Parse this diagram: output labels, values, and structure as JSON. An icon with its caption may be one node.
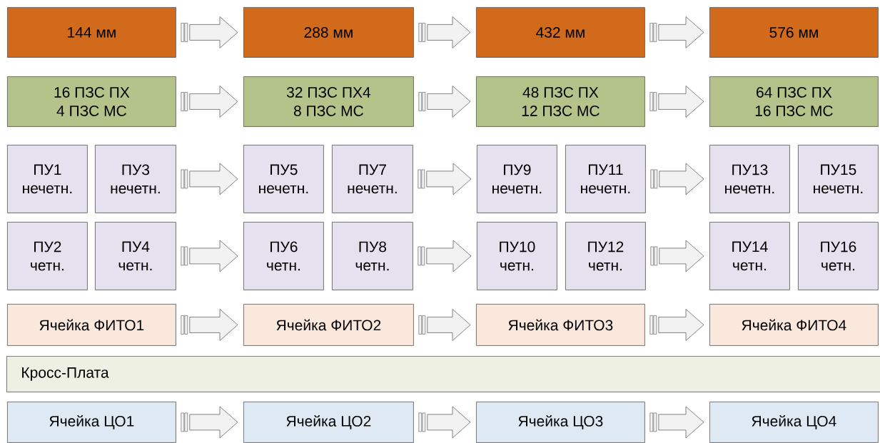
{
  "diagram": {
    "nodes": [
      {
        "text": [
          "144 мм"
        ]
      },
      {
        "text": [
          "288 мм"
        ]
      },
      {
        "text": [
          "432 мм"
        ]
      },
      {
        "text": [
          "576 мм"
        ]
      },
      {
        "text": [
          "16 ПЗС ПХ",
          "4 ПЗС МС"
        ]
      },
      {
        "text": [
          "32 ПЗС ПХ4",
          "8 ПЗС МС"
        ]
      },
      {
        "text": [
          "48 ПЗС ПХ",
          "12 ПЗС МС"
        ]
      },
      {
        "text": [
          "64 ПЗС ПХ",
          "16 ПЗС МС"
        ]
      },
      {
        "text": [
          "ПУ1",
          "нечетн."
        ]
      },
      {
        "text": [
          "ПУ3",
          "нечетн."
        ]
      },
      {
        "text": [
          "ПУ5",
          "нечетн."
        ]
      },
      {
        "text": [
          "ПУ7",
          "нечетн."
        ]
      },
      {
        "text": [
          "ПУ9",
          "нечетн."
        ]
      },
      {
        "text": [
          "ПУ11",
          "нечетн."
        ]
      },
      {
        "text": [
          "ПУ13",
          "нечетн."
        ]
      },
      {
        "text": [
          "ПУ15",
          "нечетн."
        ]
      },
      {
        "text": [
          "ПУ2",
          "четн."
        ]
      },
      {
        "text": [
          "ПУ4",
          "четн."
        ]
      },
      {
        "text": [
          "ПУ6",
          "четн."
        ]
      },
      {
        "text": [
          "ПУ8",
          "четн."
        ]
      },
      {
        "text": [
          "ПУ10",
          "четн."
        ]
      },
      {
        "text": [
          "ПУ12",
          "четн."
        ]
      },
      {
        "text": [
          "ПУ14",
          "четн."
        ]
      },
      {
        "text": [
          "ПУ16",
          "четн."
        ]
      },
      {
        "text": [
          "Ячейка ФИТО1"
        ]
      },
      {
        "text": [
          "Ячейка ФИТО2"
        ]
      },
      {
        "text": [
          "Ячейка ФИТО3"
        ]
      },
      {
        "text": [
          "Ячейка ФИТО4"
        ]
      },
      {
        "text": [
          "Кросс-Плата"
        ]
      },
      {
        "text": [
          "Ячейка ЦО1"
        ]
      },
      {
        "text": [
          "Ячейка ЦО2"
        ]
      },
      {
        "text": [
          "Ячейка ЦО3"
        ]
      },
      {
        "text": [
          "Ячейка ЦО4"
        ]
      }
    ],
    "edges": [
      {
        "from": 0,
        "to": 1,
        "arrow": "to"
      },
      {
        "from": 1,
        "to": 2,
        "arrow": "to"
      },
      {
        "from": 2,
        "to": 3,
        "arrow": "to"
      },
      {
        "from": 4,
        "to": 5,
        "arrow": "to"
      },
      {
        "from": 5,
        "to": 6,
        "arrow": "to"
      },
      {
        "from": 6,
        "to": 7,
        "arrow": "to"
      },
      {
        "from": 9,
        "to": 10,
        "arrow": "to"
      },
      {
        "from": 11,
        "to": 12,
        "arrow": "to"
      },
      {
        "from": 13,
        "to": 14,
        "arrow": "to"
      },
      {
        "from": 17,
        "to": 18,
        "arrow": "to"
      },
      {
        "from": 19,
        "to": 20,
        "arrow": "to"
      },
      {
        "from": 21,
        "to": 22,
        "arrow": "to"
      },
      {
        "from": 24,
        "to": 25,
        "arrow": "to"
      },
      {
        "from": 25,
        "to": 26,
        "arrow": "to"
      },
      {
        "from": 26,
        "to": 27,
        "arrow": "to"
      },
      {
        "from": 29,
        "to": 30,
        "arrow": "to"
      },
      {
        "from": 30,
        "to": 31,
        "arrow": "to"
      },
      {
        "from": 31,
        "to": 32,
        "arrow": "to"
      }
    ]
  }
}
